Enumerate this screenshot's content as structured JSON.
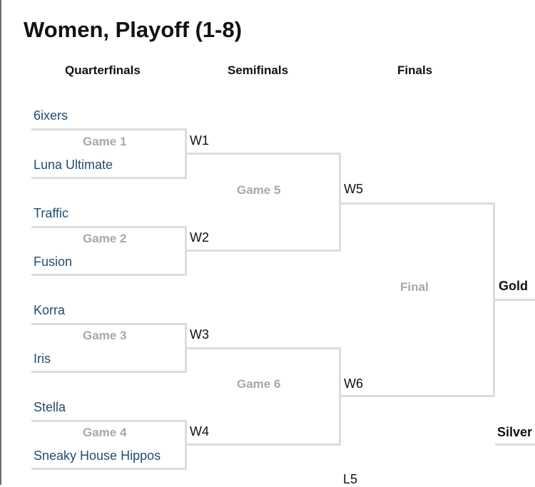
{
  "title": "Women, Playoff (1-8)",
  "rounds": [
    "Quarterfinals",
    "Semifinals",
    "Finals"
  ],
  "quarterfinals": [
    {
      "game": "Game 1",
      "team_top": "6ixers",
      "team_bottom": "Luna Ultimate",
      "winner": "W1"
    },
    {
      "game": "Game 2",
      "team_top": "Traffic",
      "team_bottom": "Fusion",
      "winner": "W2"
    },
    {
      "game": "Game 3",
      "team_top": "Korra",
      "team_bottom": "Iris",
      "winner": "W3"
    },
    {
      "game": "Game 4",
      "team_top": "Stella",
      "team_bottom": "Sneaky House Hippos",
      "winner": "W4"
    }
  ],
  "semifinals": [
    {
      "game": "Game 5",
      "winner": "W5"
    },
    {
      "game": "Game 6",
      "winner": "W6"
    }
  ],
  "finals": {
    "game": "Final",
    "gold": "Gold",
    "silver": "Silver"
  },
  "third_place": {
    "loser": "L5"
  },
  "colors": {
    "team_text": "#1f4d6e",
    "game_label": "#a8a8a8",
    "bracket_line": "#dcdcdc"
  }
}
